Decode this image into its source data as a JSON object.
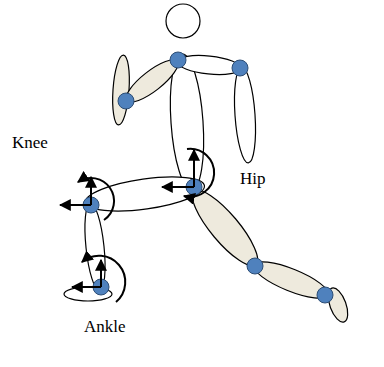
{
  "diagram": {
    "labels": [
      "Knee",
      "Hip",
      "Ankle"
    ]
  }
}
